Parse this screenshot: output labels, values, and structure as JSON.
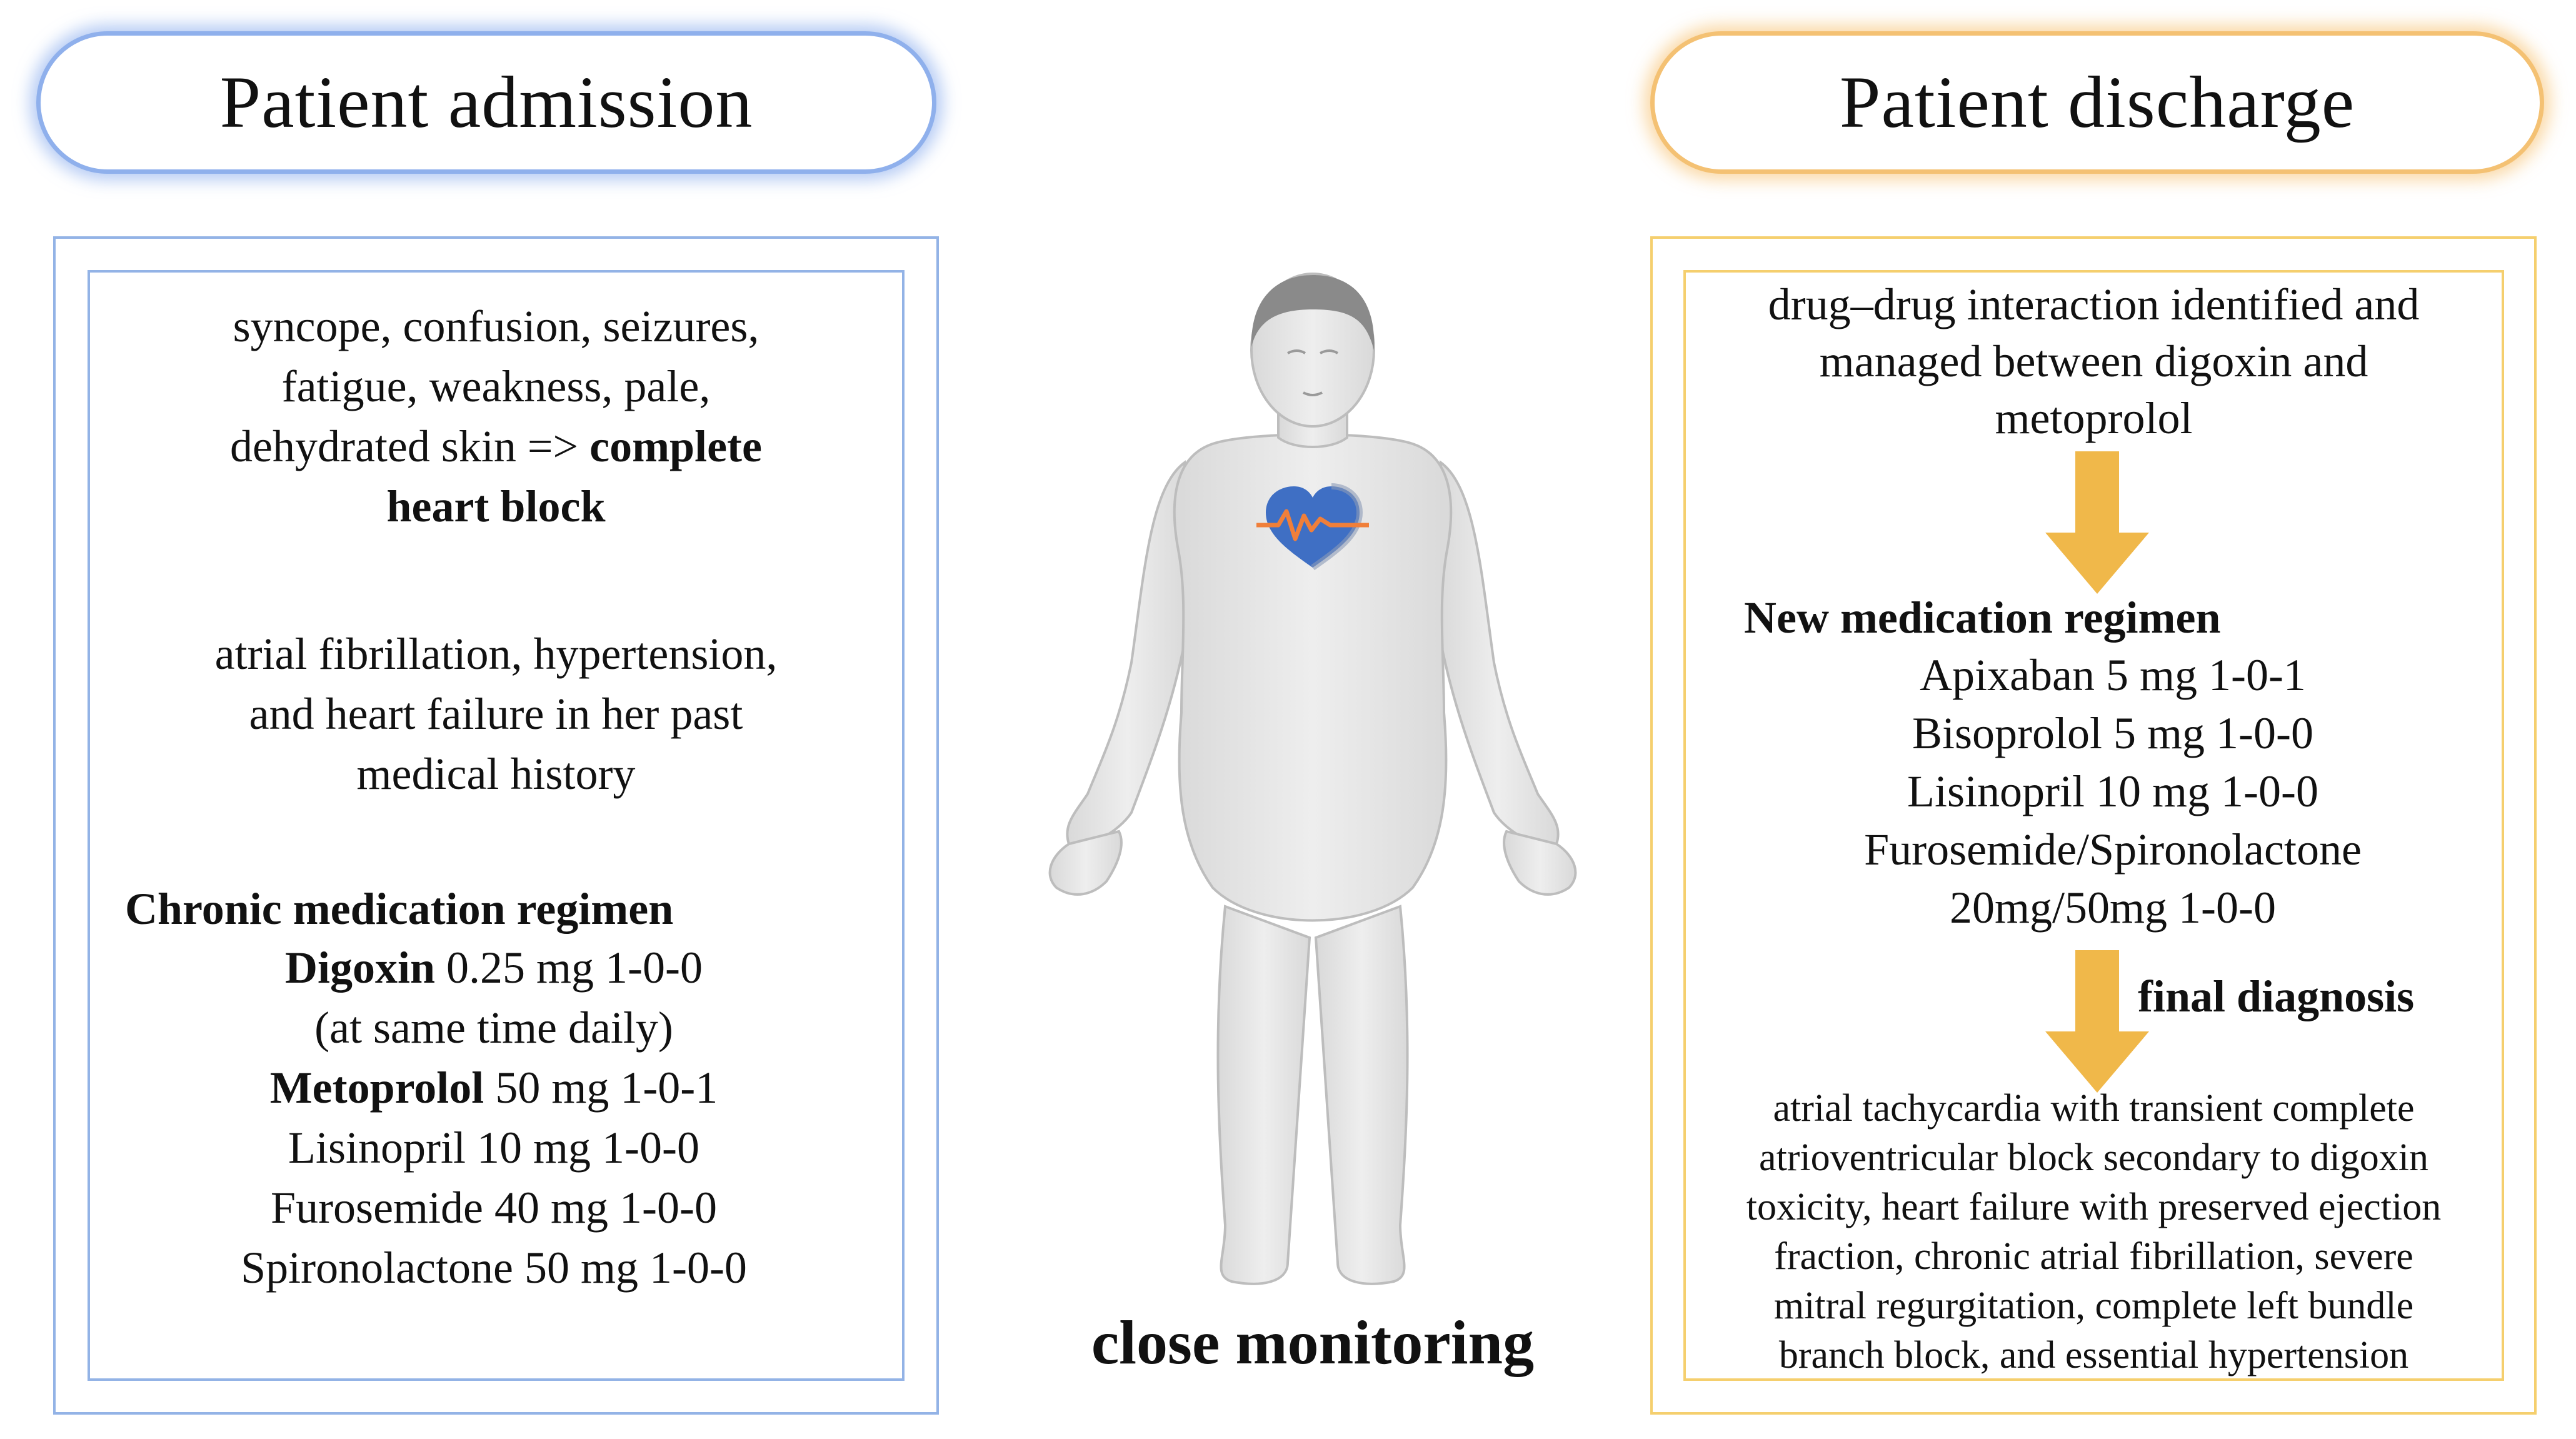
{
  "admission": {
    "title": "Patient admission",
    "symptoms": [
      "syncope, confusion, seizures,",
      "fatigue, weakness, pale,",
      "dehydrated skin =>"
    ],
    "symptom_bold_1": "complete",
    "symptom_bold_2": "heart block",
    "history": [
      "atrial fibrillation, hypertension,",
      "and heart failure in her past",
      "medical history"
    ],
    "regimen_title": "Chronic medication regimen",
    "meds": {
      "digoxin_name": "Digoxin",
      "digoxin_dose": "0.25 mg 1-0-0",
      "digoxin_note": "(at same time daily)",
      "metoprolol_name": "Metoprolol",
      "metoprolol_dose": "50 mg 1-0-1",
      "lisinopril": "Lisinopril 10 mg 1-0-0",
      "furosemide": "Furosemide 40 mg 1-0-0",
      "spironolactone": "Spironolactone 50 mg 1-0-0"
    }
  },
  "center": {
    "label": "close monitoring",
    "figure_icon": "patient-body-icon",
    "heart_icon": "heart-ecg-icon"
  },
  "discharge": {
    "title": "Patient discharge",
    "interaction": [
      "drug–drug interaction identified and",
      "managed between digoxin and",
      "metoprolol"
    ],
    "regimen_title": "New medication regimen",
    "meds": [
      "Apixaban 5 mg 1-0-1",
      "Bisoprolol 5 mg 1-0-0",
      "Lisinopril 10 mg 1-0-0",
      "Furosemide/Spironolactone",
      "20mg/50mg 1-0-0"
    ],
    "final_title": "final diagnosis",
    "diagnosis": [
      "atrial tachycardia with transient complete",
      "atrioventricular block secondary to digoxin",
      "toxicity, heart failure with preserved ejection",
      "fraction, chronic atrial fibrillation, severe",
      "mitral regurgitation, complete left bundle",
      "branch block, and essential hypertension"
    ]
  },
  "colors": {
    "admission_accent": "#8fb0ec",
    "discharge_accent": "#f5cf6e",
    "arrow": "#f0b84a",
    "heart": "#3f6fc4",
    "ecg": "#f07f3a"
  }
}
